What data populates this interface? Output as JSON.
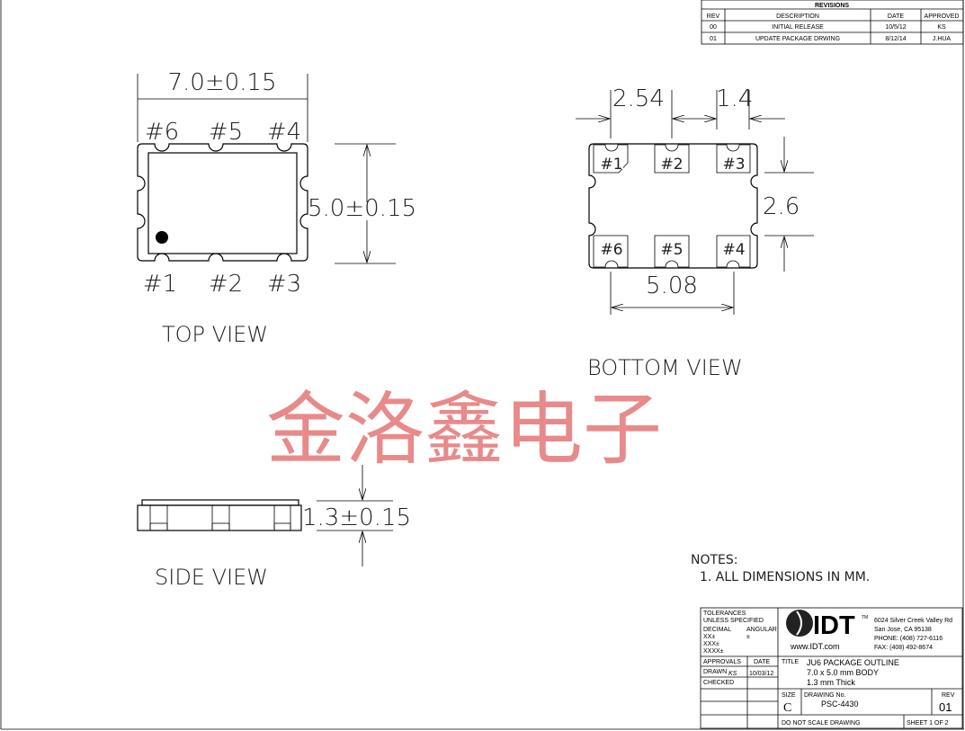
{
  "revisions": {
    "title": "REVISIONS",
    "headers": [
      "REV",
      "DESCRIPTION",
      "DATE",
      "APPROVED"
    ],
    "rows": [
      [
        "00",
        "INITIAL RELEASE",
        "10/5/12",
        "KS"
      ],
      [
        "01",
        "UPDATE PACKAGE DRWING",
        "8/12/14",
        "J.HUA"
      ]
    ]
  },
  "top_view": {
    "label": "TOP VIEW",
    "width_dim": "7.0±0.15",
    "height_dim": "5.0±0.15",
    "pins_top": [
      "#6",
      "#5",
      "#4"
    ],
    "pins_bottom": [
      "#1",
      "#2",
      "#3"
    ]
  },
  "bottom_view": {
    "label": "BOTTOM VIEW",
    "dim_pitch": "2.54",
    "dim_pad": "1.4",
    "dim_height": "2.6",
    "dim_span": "5.08",
    "pins_top": [
      "#1",
      "#2",
      "#3"
    ],
    "pins_bottom": [
      "#6",
      "#5",
      "#4"
    ]
  },
  "side_view": {
    "label": "SIDE VIEW",
    "thickness_dim": "1.3±0.15"
  },
  "watermark": "金洛鑫电子",
  "notes": {
    "title": "NOTES:",
    "items": [
      "1. ALL DIMENSIONS IN MM."
    ]
  },
  "title_block": {
    "tolerances": [
      "TOLERANCES",
      "UNLESS SPECIFIED",
      "DECIMAL",
      "ANGULAR",
      "XX±",
      "±",
      "XXX±",
      "XXXX±"
    ],
    "logo_text": "IDT",
    "logo_tm": "TM",
    "website": "www.IDT.com",
    "address": [
      "6024 Silver Creek Valley Rd",
      "San Jose, CA 95138",
      "PHONE: (408) 727-6116",
      "FAX: (408) 492-8674"
    ],
    "approvals_label": "APPROVALS",
    "date_label": "DATE",
    "drawn_label": "DRAWN",
    "drawn_by": "KS",
    "drawn_date": "10/03/12",
    "checked_label": "CHECKED",
    "title_label": "TITLE",
    "title_lines": [
      "JU6 PACKAGE OUTLINE",
      "7.0 x 5.0 mm BODY",
      "1.3 mm Thick"
    ],
    "size_label": "SIZE",
    "size": "C",
    "drawing_no_label": "DRAWING No.",
    "drawing_no": "PSC-4430",
    "rev_label": "REV",
    "rev": "01",
    "do_not_scale": "DO NOT SCALE DRAWING",
    "sheet": "SHEET 1 OF 2"
  }
}
